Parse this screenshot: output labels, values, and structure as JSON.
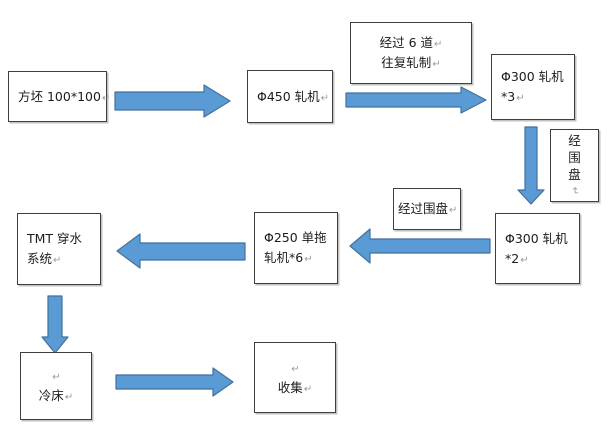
{
  "diagram": {
    "type": "flowchart",
    "description": "Steel rolling mill process flow",
    "colors": {
      "arrow_fill": "#5b9bd5",
      "arrow_stroke": "#41719c",
      "box_border": "#3f3f3f",
      "box_fill": "#ffffff",
      "text": "#1b1b1b",
      "mark": "#9a9a9a",
      "background": "#ffffff"
    },
    "marks": {
      "return": "↵"
    },
    "nodes": {
      "billet": {
        "line1": "方坯 100*100"
      },
      "mill450": {
        "line1": "Φ450 轧机"
      },
      "pass6": {
        "line1": "经过 6 道",
        "line2": "往复轧制"
      },
      "mill300x3": {
        "line1": "Φ300 轧机",
        "line2": "*3"
      },
      "loop_vertical": {
        "text": "经围盘"
      },
      "mill300x2": {
        "line1": "Φ300 轧机",
        "line2": "*2"
      },
      "via_loop": {
        "line1": "经过围盘"
      },
      "mill250": {
        "line1": "Φ250 单拖",
        "line2": "轧机*6"
      },
      "tmt": {
        "line1": "TMT 穿水",
        "line2": "系统"
      },
      "cooling_bed": {
        "line2": "冷床"
      },
      "collection": {
        "line2": "收集"
      }
    },
    "edges": [
      {
        "from": "billet",
        "to": "mill450",
        "direction": "right"
      },
      {
        "from": "mill450",
        "to": "mill300x3",
        "direction": "right",
        "label_node": "pass6"
      },
      {
        "from": "mill300x3",
        "to": "mill300x2",
        "direction": "down",
        "label_node": "loop_vertical"
      },
      {
        "from": "mill300x2",
        "to": "mill250",
        "direction": "left",
        "label_node": "via_loop"
      },
      {
        "from": "mill250",
        "to": "tmt",
        "direction": "left"
      },
      {
        "from": "tmt",
        "to": "cooling_bed",
        "direction": "down"
      },
      {
        "from": "cooling_bed",
        "to": "collection",
        "direction": "right"
      }
    ]
  }
}
